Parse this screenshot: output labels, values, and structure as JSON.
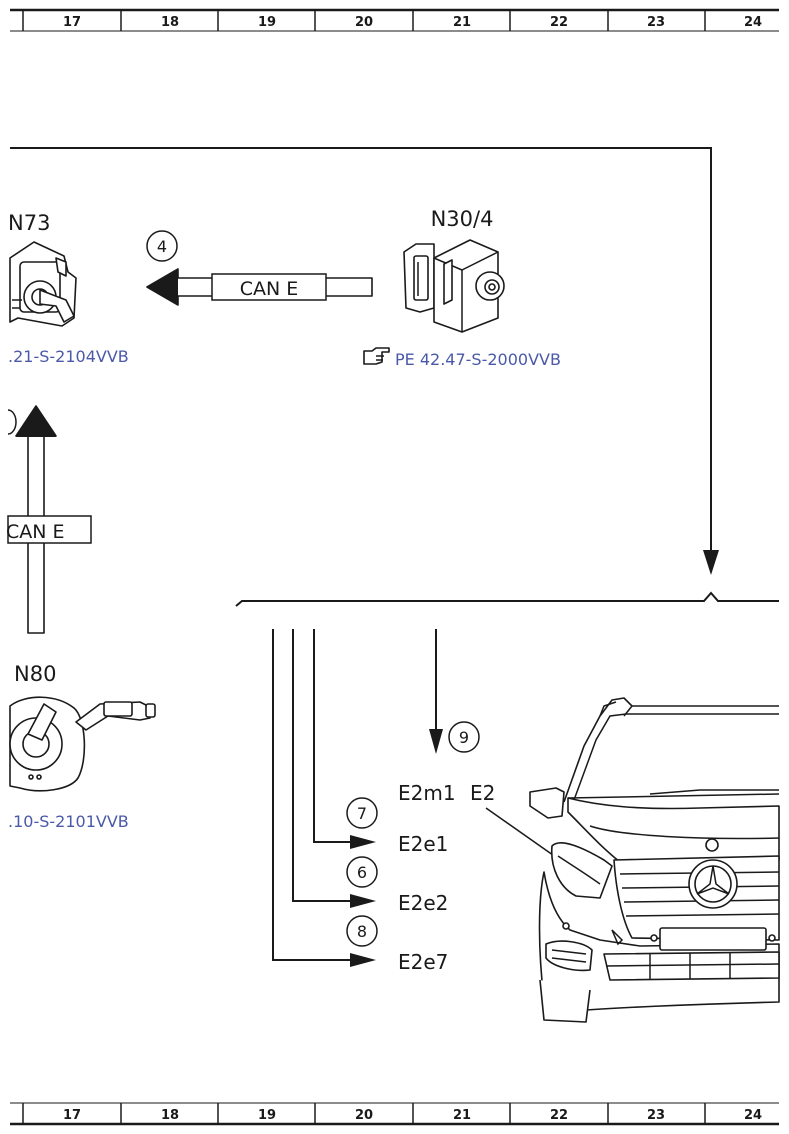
{
  "grid": {
    "columns": [
      "17",
      "18",
      "19",
      "20",
      "21",
      "22",
      "23",
      "24"
    ]
  },
  "components": {
    "n73": {
      "label": "N73",
      "ref": ".21-S-2104VVB"
    },
    "n30_4": {
      "label": "N30/4",
      "ref": "PE 42.47-S-2000VVB"
    },
    "n80": {
      "label": "N80",
      "ref": ".10-S-2101VVB"
    },
    "e2m1": {
      "label": "E2m1"
    },
    "e2": {
      "label": "E2"
    },
    "e2e1": {
      "label": "E2e1"
    },
    "e2e2": {
      "label": "E2e2"
    },
    "e2e7": {
      "label": "E2e7"
    }
  },
  "buses": {
    "can_horizontal": "CAN E",
    "can_vertical": "CAN E"
  },
  "signals": {
    "n4": "4",
    "n6": "6",
    "n7": "7",
    "n8": "8",
    "n9": "9"
  },
  "icons": {
    "reference": "pointing-hand-icon"
  },
  "colors": {
    "line": "#1a1a1a",
    "reference_link": "#4a59a8",
    "background": "#ffffff"
  }
}
